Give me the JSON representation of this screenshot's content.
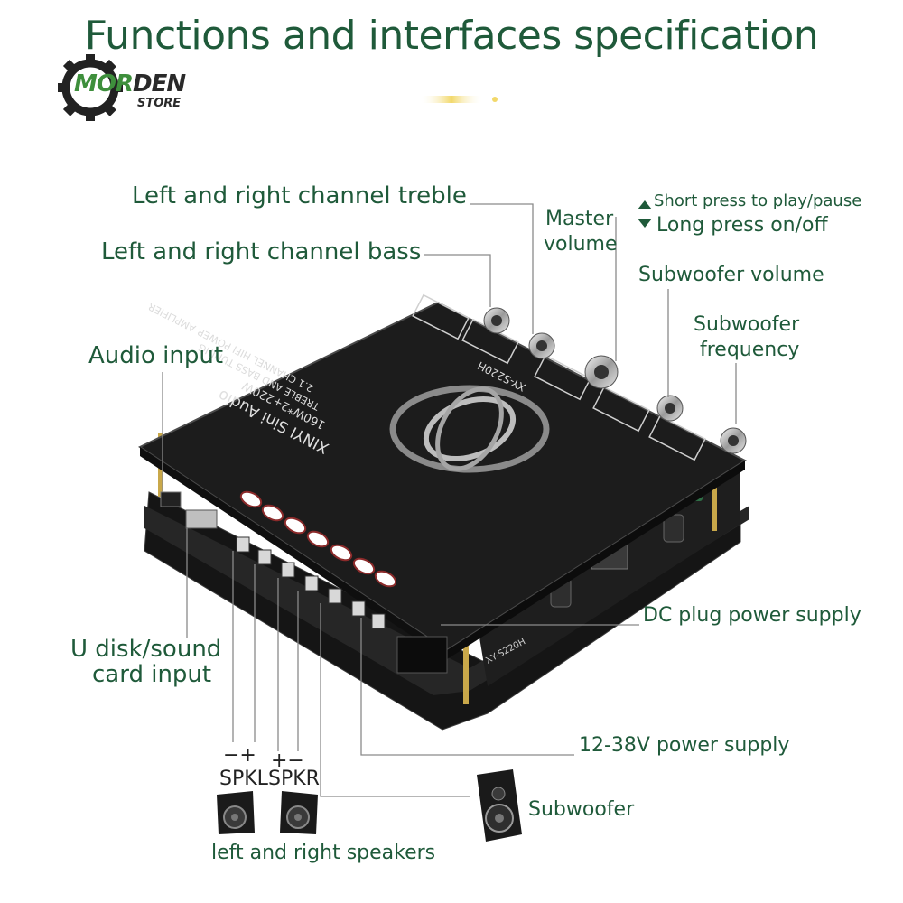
{
  "title": "Functions and interfaces specification",
  "logo": {
    "brand_green": "MOR",
    "brand_dark": "DEN",
    "sub": "STORE"
  },
  "labels": {
    "treble": "Left and right channel treble",
    "bass": "Left and right channel bass",
    "master_line1": "Master",
    "master_line2": "volume",
    "short_press": "Short press to play/pause",
    "long_press": "Long press on/off",
    "sub_volume": "Subwoofer volume",
    "sub_freq_line1": "Subwoofer",
    "sub_freq_line2": "frequency",
    "audio_input": "Audio input",
    "dc_plug": "DC plug power supply",
    "udisk_line1": "U disk/sound",
    "udisk_line2": "card input",
    "power_range": "12-38V power supply",
    "spkl_pol": "−+",
    "spkr_pol": "+−",
    "spkl": "SPKL",
    "spkr": "SPKR",
    "subwoofer": "Subwoofer",
    "lr_speakers": "left and right speakers"
  },
  "board": {
    "model": "XY-S220H",
    "line1": "2.1 CHANNEL HIFI POWER AMPLIFIER",
    "line2": "TREBLE AND BASS TUNING",
    "line3": "160W*2+220W",
    "brand": "XINYI Sini Audio"
  },
  "colors": {
    "label": "#1f5a3a",
    "board": "#1c1c1c",
    "accent": "#3e8f3c",
    "highlight": "#f2e08a"
  }
}
